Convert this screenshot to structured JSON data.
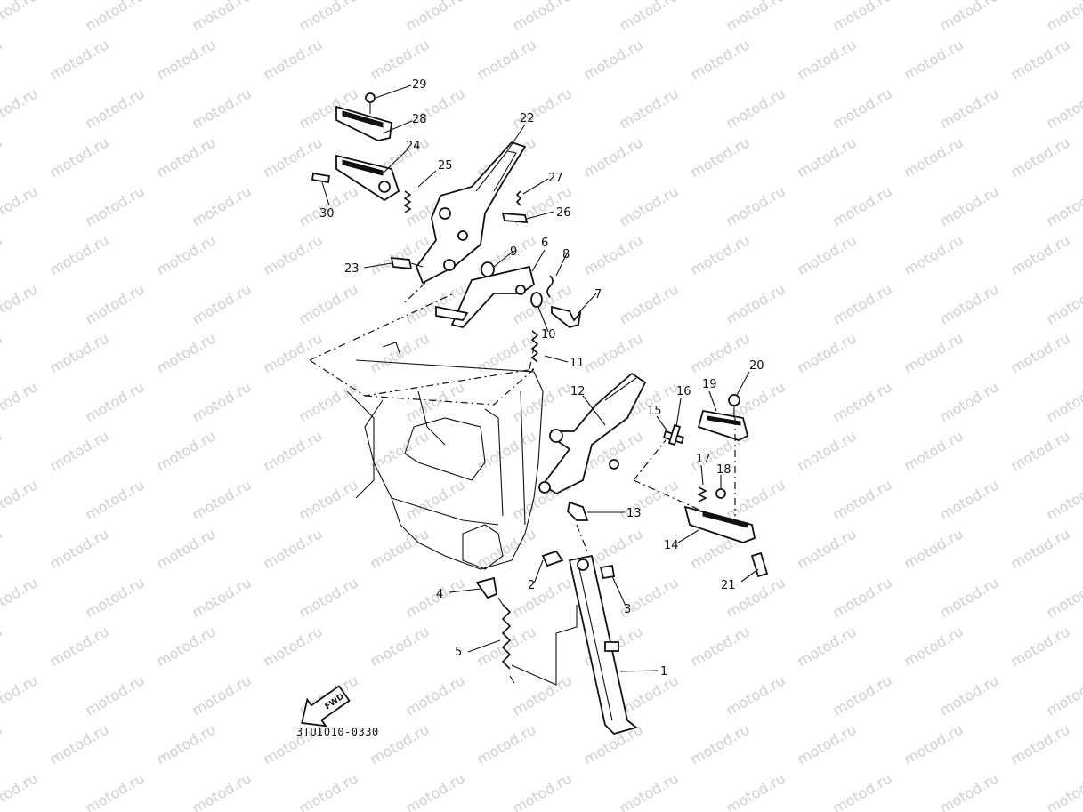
{
  "watermark": "motod.ru",
  "document_code": "3TUI010-0330",
  "fwd_label": "FWD",
  "callouts": [
    "1",
    "2",
    "3",
    "4",
    "5",
    "6",
    "7",
    "8",
    "9",
    "10",
    "11",
    "12",
    "13",
    "14",
    "15",
    "16",
    "17",
    "18",
    "19",
    "20",
    "21",
    "22",
    "23",
    "24",
    "25",
    "26",
    "27",
    "28",
    "29",
    "30"
  ]
}
